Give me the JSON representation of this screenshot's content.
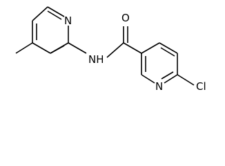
{
  "molecule": {
    "atoms": {
      "amide_oxygen": "O",
      "amide_nitrogen": "NH",
      "methylpyridine_nitrogen": "N",
      "chloropyridine_nitrogen": "N",
      "chlorine": "Cl"
    },
    "colors": {
      "bond": "#000000",
      "label": "#000000",
      "background": "#ffffff"
    }
  }
}
